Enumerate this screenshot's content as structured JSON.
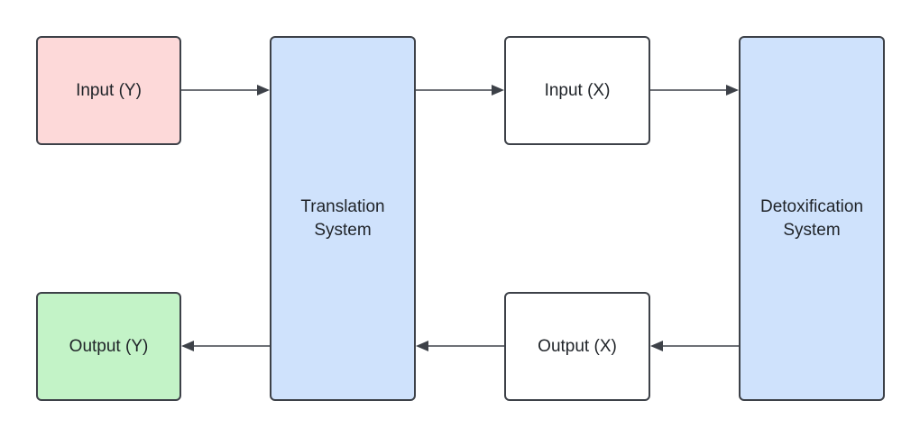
{
  "diagram": {
    "nodes": [
      {
        "id": "input-y",
        "label": "Input (Y)",
        "fill": "#fdd9d9"
      },
      {
        "id": "translation-system",
        "label": "Translation\nSystem",
        "fill": "#cfe2fc"
      },
      {
        "id": "input-x",
        "label": "Input (X)",
        "fill": "#ffffff"
      },
      {
        "id": "detoxification-system",
        "label": "Detoxification\nSystem",
        "fill": "#cfe2fc"
      },
      {
        "id": "output-y",
        "label": "Output (Y)",
        "fill": "#c3f3c7"
      },
      {
        "id": "output-x",
        "label": "Output (X)",
        "fill": "#ffffff"
      }
    ],
    "edges": [
      {
        "from": "input-y",
        "to": "translation-system"
      },
      {
        "from": "translation-system",
        "to": "input-x"
      },
      {
        "from": "input-x",
        "to": "detoxification-system"
      },
      {
        "from": "detoxification-system",
        "to": "output-x"
      },
      {
        "from": "output-x",
        "to": "translation-system"
      },
      {
        "from": "translation-system",
        "to": "output-y"
      }
    ],
    "colors": {
      "stroke": "#3d4148",
      "input_y_fill": "#fdd9d9",
      "system_fill": "#cfe2fc",
      "output_y_fill": "#c3f3c7",
      "plain_fill": "#ffffff"
    }
  }
}
